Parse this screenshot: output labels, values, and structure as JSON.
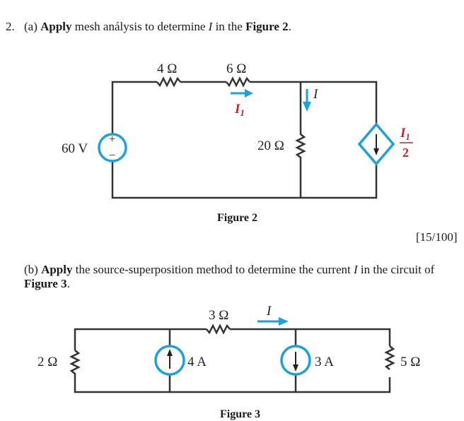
{
  "question": {
    "number": "2.",
    "part_a": {
      "label": "(a)",
      "verb": "Apply",
      "text1": "mesh análysis to determine",
      "var": "I",
      "text2": "in the",
      "ref": "Figure 2",
      "end": "."
    },
    "marks": "[15/100]",
    "part_b": {
      "label": "(b)",
      "verb": "Apply",
      "text1": "the source-superposition method to determine the current",
      "var": "I",
      "text2": "in the circuit of",
      "ref": "Figure 3",
      "end": "."
    }
  },
  "figure2": {
    "caption": "Figure 2",
    "source_voltage": "60 V",
    "source_plus": "+",
    "source_minus": "−",
    "r1": "4 Ω",
    "r2": "6 Ω",
    "r3": "20 Ω",
    "current_I1": "I",
    "current_I1_sub": "1",
    "current_I": "I",
    "dep_source_num": "I",
    "dep_source_num_sub": "1",
    "dep_source_den": "2",
    "colors": {
      "accent": "#1ea0d8",
      "label_red": "#c0272d",
      "wire": "#333333"
    }
  },
  "figure3": {
    "caption": "Figure 3",
    "r_left": "2 Ω",
    "r_top": "3 Ω",
    "r_right": "5 Ω",
    "source1": "4 A",
    "source2": "3 A",
    "current_I": "I"
  }
}
